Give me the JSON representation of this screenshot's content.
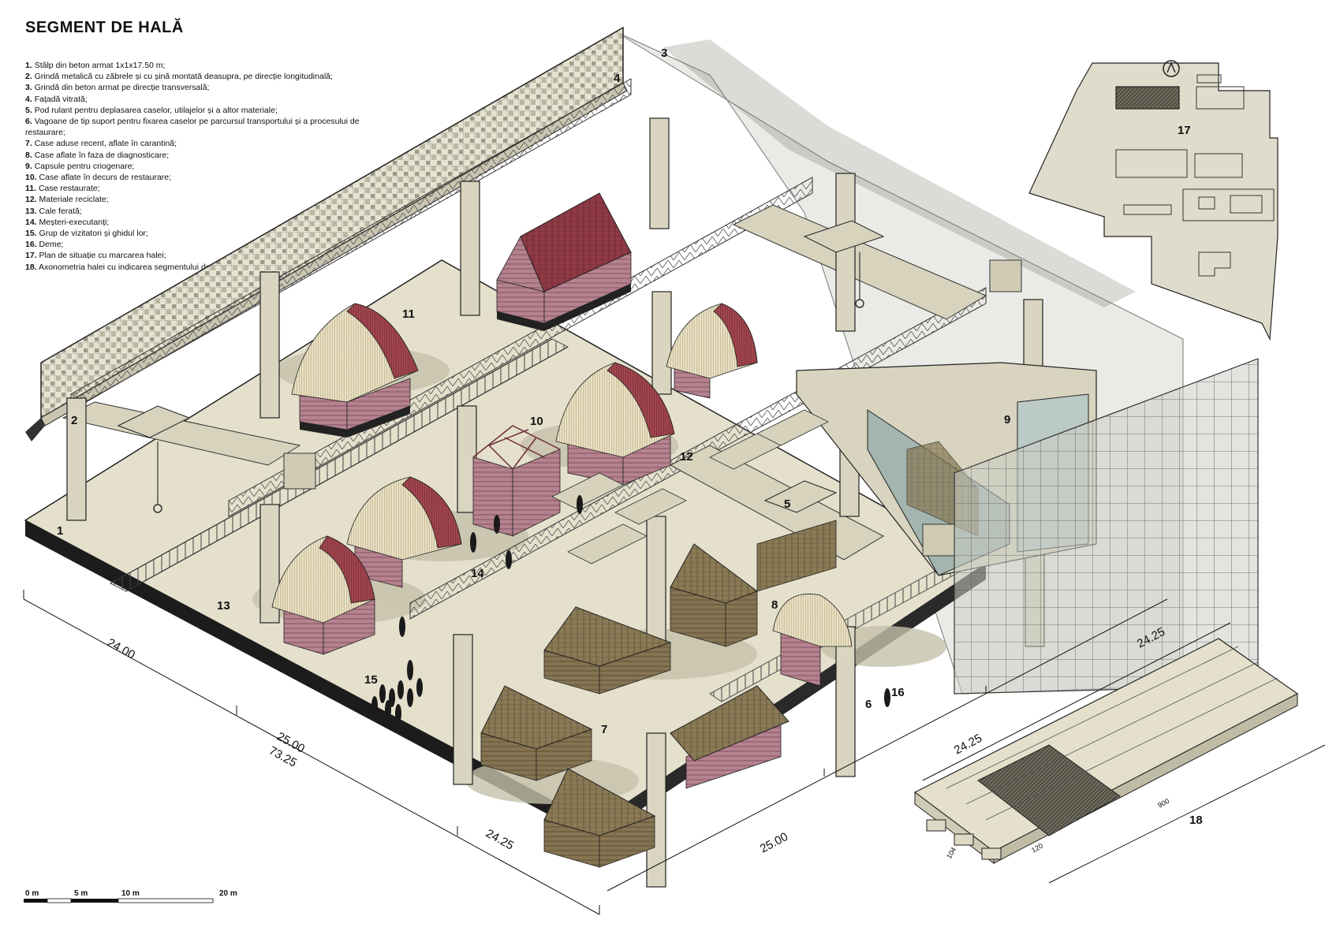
{
  "title": "SEGMENT DE HALĂ",
  "legend": [
    {
      "n": "1.",
      "t": "Stâlp din beton armat 1x1x17.50 m;"
    },
    {
      "n": "2.",
      "t": "Grindă metalică cu zăbrele și cu șină montată deasupra, pe direcție longitudinală;"
    },
    {
      "n": "3.",
      "t": "Grindă din beton armat pe direcție transversală;"
    },
    {
      "n": "4.",
      "t": "Fațadă vitrată;"
    },
    {
      "n": "5.",
      "t": "Pod rulant pentru deplasarea caselor, utilajelor și a altor materiale;"
    },
    {
      "n": "6.",
      "t": "Vagoane de tip suport pentru fixarea caselor pe parcursul transportului și a procesului de restaurare;"
    },
    {
      "n": "7.",
      "t": "Case aduse recent, aflate în carantină;"
    },
    {
      "n": "8.",
      "t": "Case aflate în faza de diagnosticare;"
    },
    {
      "n": "9.",
      "t": " Capsule pentru criogenare;"
    },
    {
      "n": "10.",
      "t": "Case aflate în decurs de restaurare;"
    },
    {
      "n": "11.",
      "t": "Case restaurate;"
    },
    {
      "n": "12.",
      "t": "Materiale reciclate;"
    },
    {
      "n": "13.",
      "t": "Cale ferată;"
    },
    {
      "n": "14.",
      "t": "Meșteri-executanți;"
    },
    {
      "n": "15.",
      "t": "Grup de vizitatori și ghidul lor;"
    },
    {
      "n": "16.",
      "t": "Deme;"
    },
    {
      "n": "17.",
      "t": "Plan de situație cu marcarea halei;"
    },
    {
      "n": "18.",
      "t": "Axonometria halei cu indicarea segmentului detaliat."
    }
  ],
  "labels": {
    "l1": "1",
    "l2": "2",
    "l3": "3",
    "l4": "4",
    "l5": "5",
    "l6": "6",
    "l7": "7",
    "l8": "8",
    "l9": "9",
    "l10": "10",
    "l11": "11",
    "l12": "12",
    "l13": "13",
    "l14": "14",
    "l15": "15",
    "l16": "16",
    "l17": "17",
    "l18": "18"
  },
  "dimensions": {
    "d_24_00": "24.00",
    "d_25_00_a": "25.00",
    "d_73_25": "73.25",
    "d_24_25_a": "24.25",
    "d_25_00_b": "25.00",
    "d_24_25_b": "24.25",
    "d_24_25_c": "24.25",
    "small_900": "900",
    "small_104": "104",
    "small_120": "120"
  },
  "scale_bar": {
    "labels": [
      "0 m",
      "5 m",
      "10 m",
      "20 m"
    ]
  },
  "colors": {
    "floor": "#e4e0cc",
    "concrete": "#d9d5c0",
    "truss": "#cfcbb4",
    "red_roof": "#8f3a45",
    "thatch": "#ece2c6",
    "wood": "#7c6a48",
    "glass": "#b8c4c2",
    "shadow": "#c9c5b0"
  }
}
